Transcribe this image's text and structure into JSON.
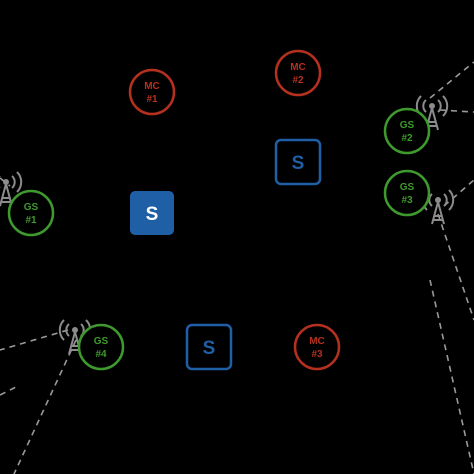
{
  "colors": {
    "background": "#000000",
    "mission_control": "#b5301f",
    "ground_station": "#3f9a2e",
    "satellite": "#1f5fa6",
    "satellite_text": "#1f5fa6",
    "satellite_filled_text": "#ffffff",
    "link": "#9a9a9a",
    "antenna": "#8c8c8c"
  },
  "mission_control": [
    {
      "line1": "MC",
      "line2": "#1"
    },
    {
      "line1": "MC",
      "line2": "#2"
    },
    {
      "line1": "MC",
      "line2": "#3"
    }
  ],
  "ground_stations": [
    {
      "line1": "GS",
      "line2": "#1"
    },
    {
      "line1": "GS",
      "line2": "#2"
    },
    {
      "line1": "GS",
      "line2": "#3"
    },
    {
      "line1": "GS",
      "line2": "#4"
    }
  ],
  "satellites": [
    {
      "label": "S",
      "style": "filled"
    },
    {
      "label": "S",
      "style": "outline"
    },
    {
      "label": "S",
      "style": "outline"
    }
  ],
  "antenna_icon": "radio-tower-icon"
}
